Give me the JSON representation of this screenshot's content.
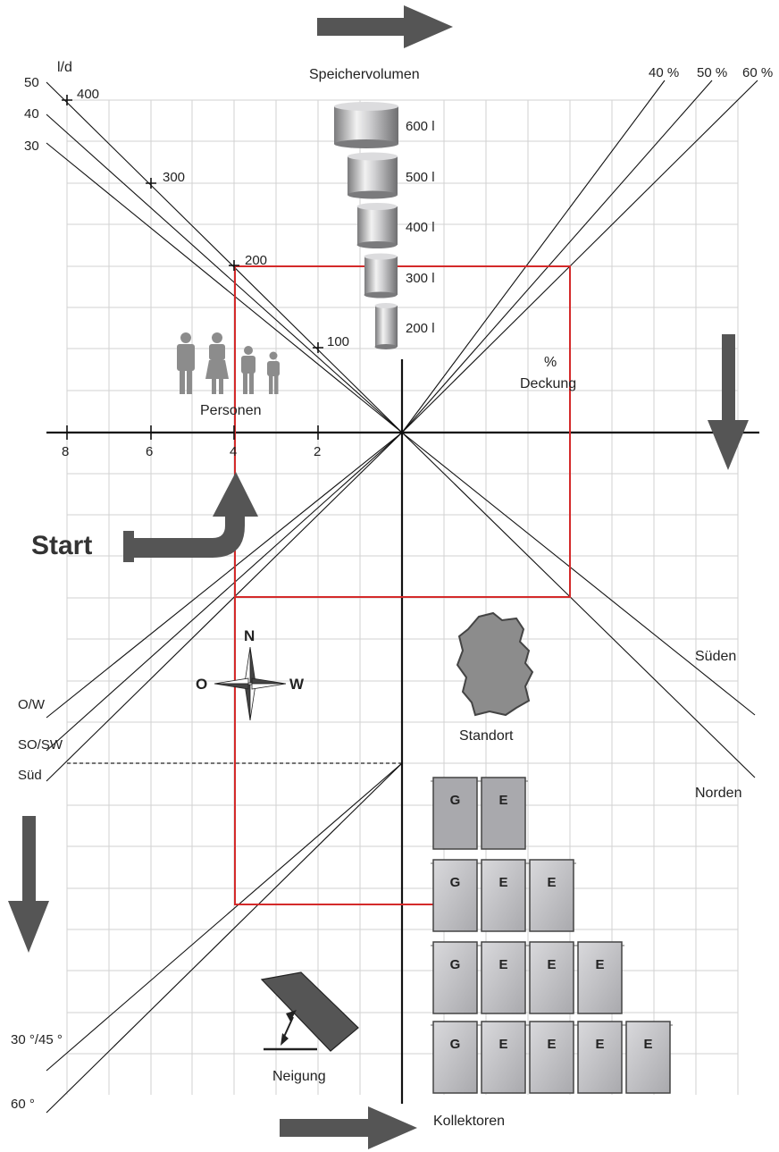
{
  "title": "",
  "start_label": "Start",
  "top_axis": {
    "unit_label": "l/d",
    "consumption_lines": [
      "50",
      "40",
      "30"
    ],
    "volume_ticks": [
      "400",
      "300",
      "200",
      "100"
    ]
  },
  "storage": {
    "title": "Speichervolumen",
    "tanks": [
      "600 l",
      "500 l",
      "400 l",
      "300 l",
      "200 l"
    ]
  },
  "persons": {
    "title": "Personen",
    "axis_ticks": [
      "8",
      "6",
      "4",
      "2"
    ]
  },
  "coverage": {
    "label_line1": "%",
    "label_line2": "Deckung",
    "lines": [
      "40 %",
      "50 %",
      "60 %"
    ]
  },
  "orientation": {
    "lines": [
      "O/W",
      "SO/SW",
      "Süd"
    ],
    "compass": {
      "n": "N",
      "o": "O",
      "w": "W"
    }
  },
  "location": {
    "title": "Standort",
    "lines": [
      "Süden",
      "Norden"
    ]
  },
  "tilt": {
    "title": "Neigung",
    "lines": [
      "30 °/45 °",
      "60 °"
    ]
  },
  "collectors": {
    "title": "Kollektoren",
    "rows": [
      [
        "G",
        "E"
      ],
      [
        "G",
        "E",
        "E"
      ],
      [
        "G",
        "E",
        "E",
        "E"
      ],
      [
        "G",
        "E",
        "E",
        "E",
        "E"
      ]
    ]
  },
  "colors": {
    "axis": "#111111",
    "grid": "#d2d2d2",
    "guide": "#d42a2a",
    "arrow": "#555555",
    "panel": "#b9b9bd",
    "figure": "#8c8c8c"
  }
}
